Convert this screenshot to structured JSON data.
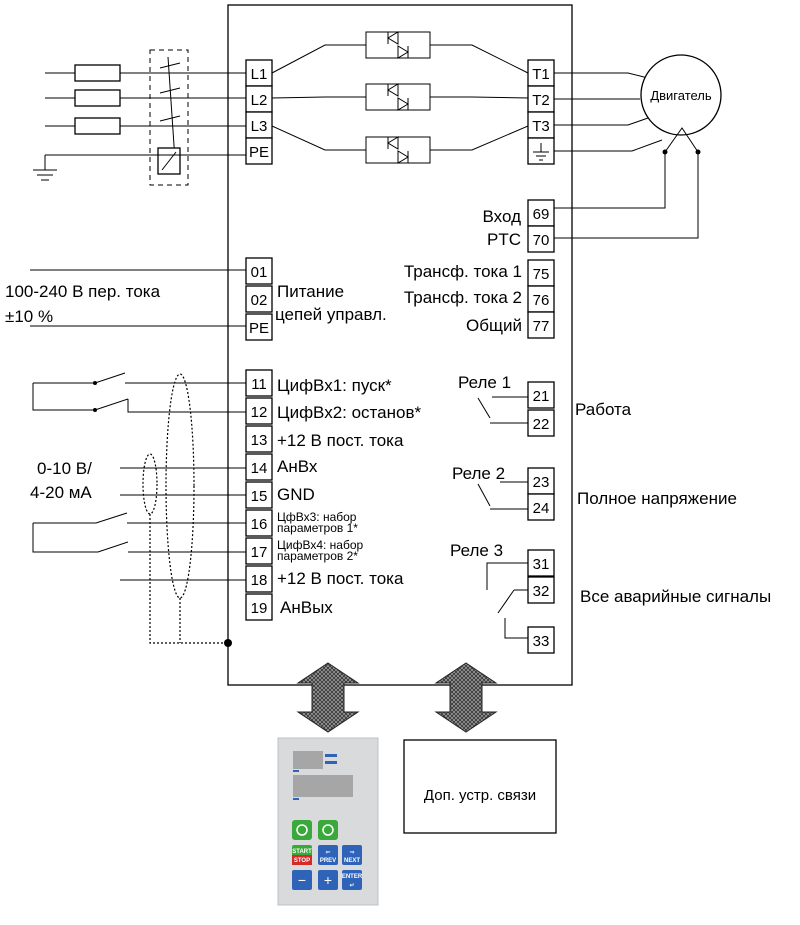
{
  "power_terminals_in": [
    "L1",
    "L2",
    "L3",
    "PE"
  ],
  "power_terminals_out": [
    "T1",
    "T2",
    "T3"
  ],
  "ground_symbol": "ground-icon",
  "motor_label": "Двигатель",
  "ptc": {
    "label_line1": "Вход",
    "label_line2": "PTC",
    "terminals": [
      "69",
      "70"
    ]
  },
  "ct": {
    "terminals": [
      "75",
      "76",
      "77"
    ],
    "labels": [
      "Трансф. тока 1",
      "Трансф. тока 2",
      "Общий"
    ]
  },
  "control_power": {
    "supply_line1": "100-240 В пер. тока",
    "supply_line2": "±10 %",
    "terminals": [
      "01",
      "02",
      "PE"
    ],
    "label_line1": "Питание",
    "label_line2": "цепей управл."
  },
  "control_terminals": [
    {
      "num": "11",
      "label": "ЦифВх1: пуск*"
    },
    {
      "num": "12",
      "label": "ЦифВх2: останов*"
    },
    {
      "num": "13",
      "label": "+12 В пост. тока"
    },
    {
      "num": "14",
      "label": "АнВх"
    },
    {
      "num": "15",
      "label": "GND"
    },
    {
      "num": "16",
      "label": "ЦфВх3: набор",
      "label2": "параметров 1*"
    },
    {
      "num": "17",
      "label": "ЦифВх4: набор",
      "label2": "параметров 2*"
    },
    {
      "num": "18",
      "label": "+12 В пост. тока"
    },
    {
      "num": "19",
      "label": "АнВых"
    }
  ],
  "analog_input": {
    "line1": "0-10 В/",
    "line2": "4-20 мА"
  },
  "relays": [
    {
      "name": "Реле 1",
      "terminals": [
        "21",
        "22"
      ],
      "function": "Работа"
    },
    {
      "name": "Реле 2",
      "terminals": [
        "23",
        "24"
      ],
      "function": "Полное напряжение"
    },
    {
      "name": "Реле 3",
      "terminals": [
        "31",
        "32",
        "33"
      ],
      "function": "Все аварийные сигналы"
    }
  ],
  "comm_module": "Доп. устр. связи",
  "keypad": {
    "buttons": [
      "START STOP",
      "PREV",
      "NEXT",
      "ENTER",
      "−",
      "+"
    ],
    "colors": {
      "panel": "#d9dadc",
      "green": "#3aa83a",
      "blue": "#2f63b8",
      "red": "#d42a2a"
    }
  }
}
